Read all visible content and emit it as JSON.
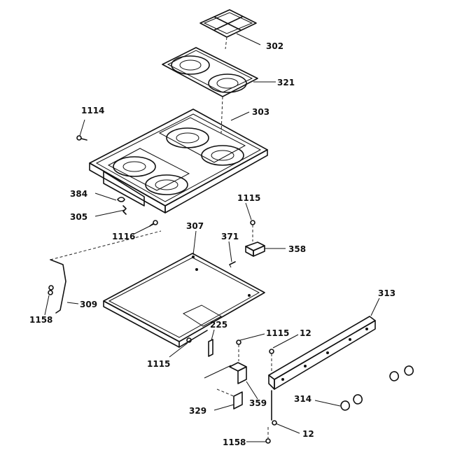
{
  "diagram": {
    "callouts": {
      "c302": "302",
      "c321": "321",
      "c303": "303",
      "c1114": "1114",
      "c384": "384",
      "c305": "305",
      "c1115a": "1115",
      "c1116": "1116",
      "c307": "307",
      "c371": "371",
      "c358": "358",
      "c313": "313",
      "c309": "309",
      "c1158a": "1158",
      "c225": "225",
      "c1115b": "1115",
      "c12a": "12",
      "c1115c": "1115",
      "c359": "359",
      "c314": "314",
      "c329": "329",
      "c12b": "12",
      "c1158b": "1158"
    }
  }
}
